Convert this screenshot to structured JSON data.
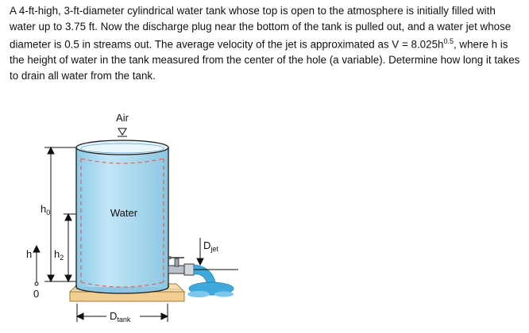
{
  "problem": {
    "text_before_sup": "A 4-ft-high, 3-ft-diameter cylindrical water tank whose top is open to the atmosphere is initially filled with water up to 3.75 ft. Now the discharge plug near the bottom of the tank is pulled out, and a water jet whose diameter is 0.5 in streams out. The average velocity of the jet is approximated as V = 8.025h",
    "exponent": "0.5",
    "text_after_sup": ", where h is the height of water in the tank measured from the center of the hole (a variable). Determine how long it takes to drain all water from the tank."
  },
  "figure": {
    "air_label": "Air",
    "water_label": "Water",
    "h0_main": "h",
    "h0_sub": "0",
    "h2_main": "h",
    "h2_sub": "2",
    "h_label": "h",
    "zero_label": "0",
    "djet_main": "D",
    "djet_sub": "jet",
    "dtank_main": "D",
    "dtank_sub": "tank",
    "colors": {
      "tank_body": "#a8d8f0",
      "tank_top": "#d2eefa",
      "base": "#f4d9a6",
      "jet": "#3fa9dc",
      "dashed": "#e25a4a"
    }
  }
}
